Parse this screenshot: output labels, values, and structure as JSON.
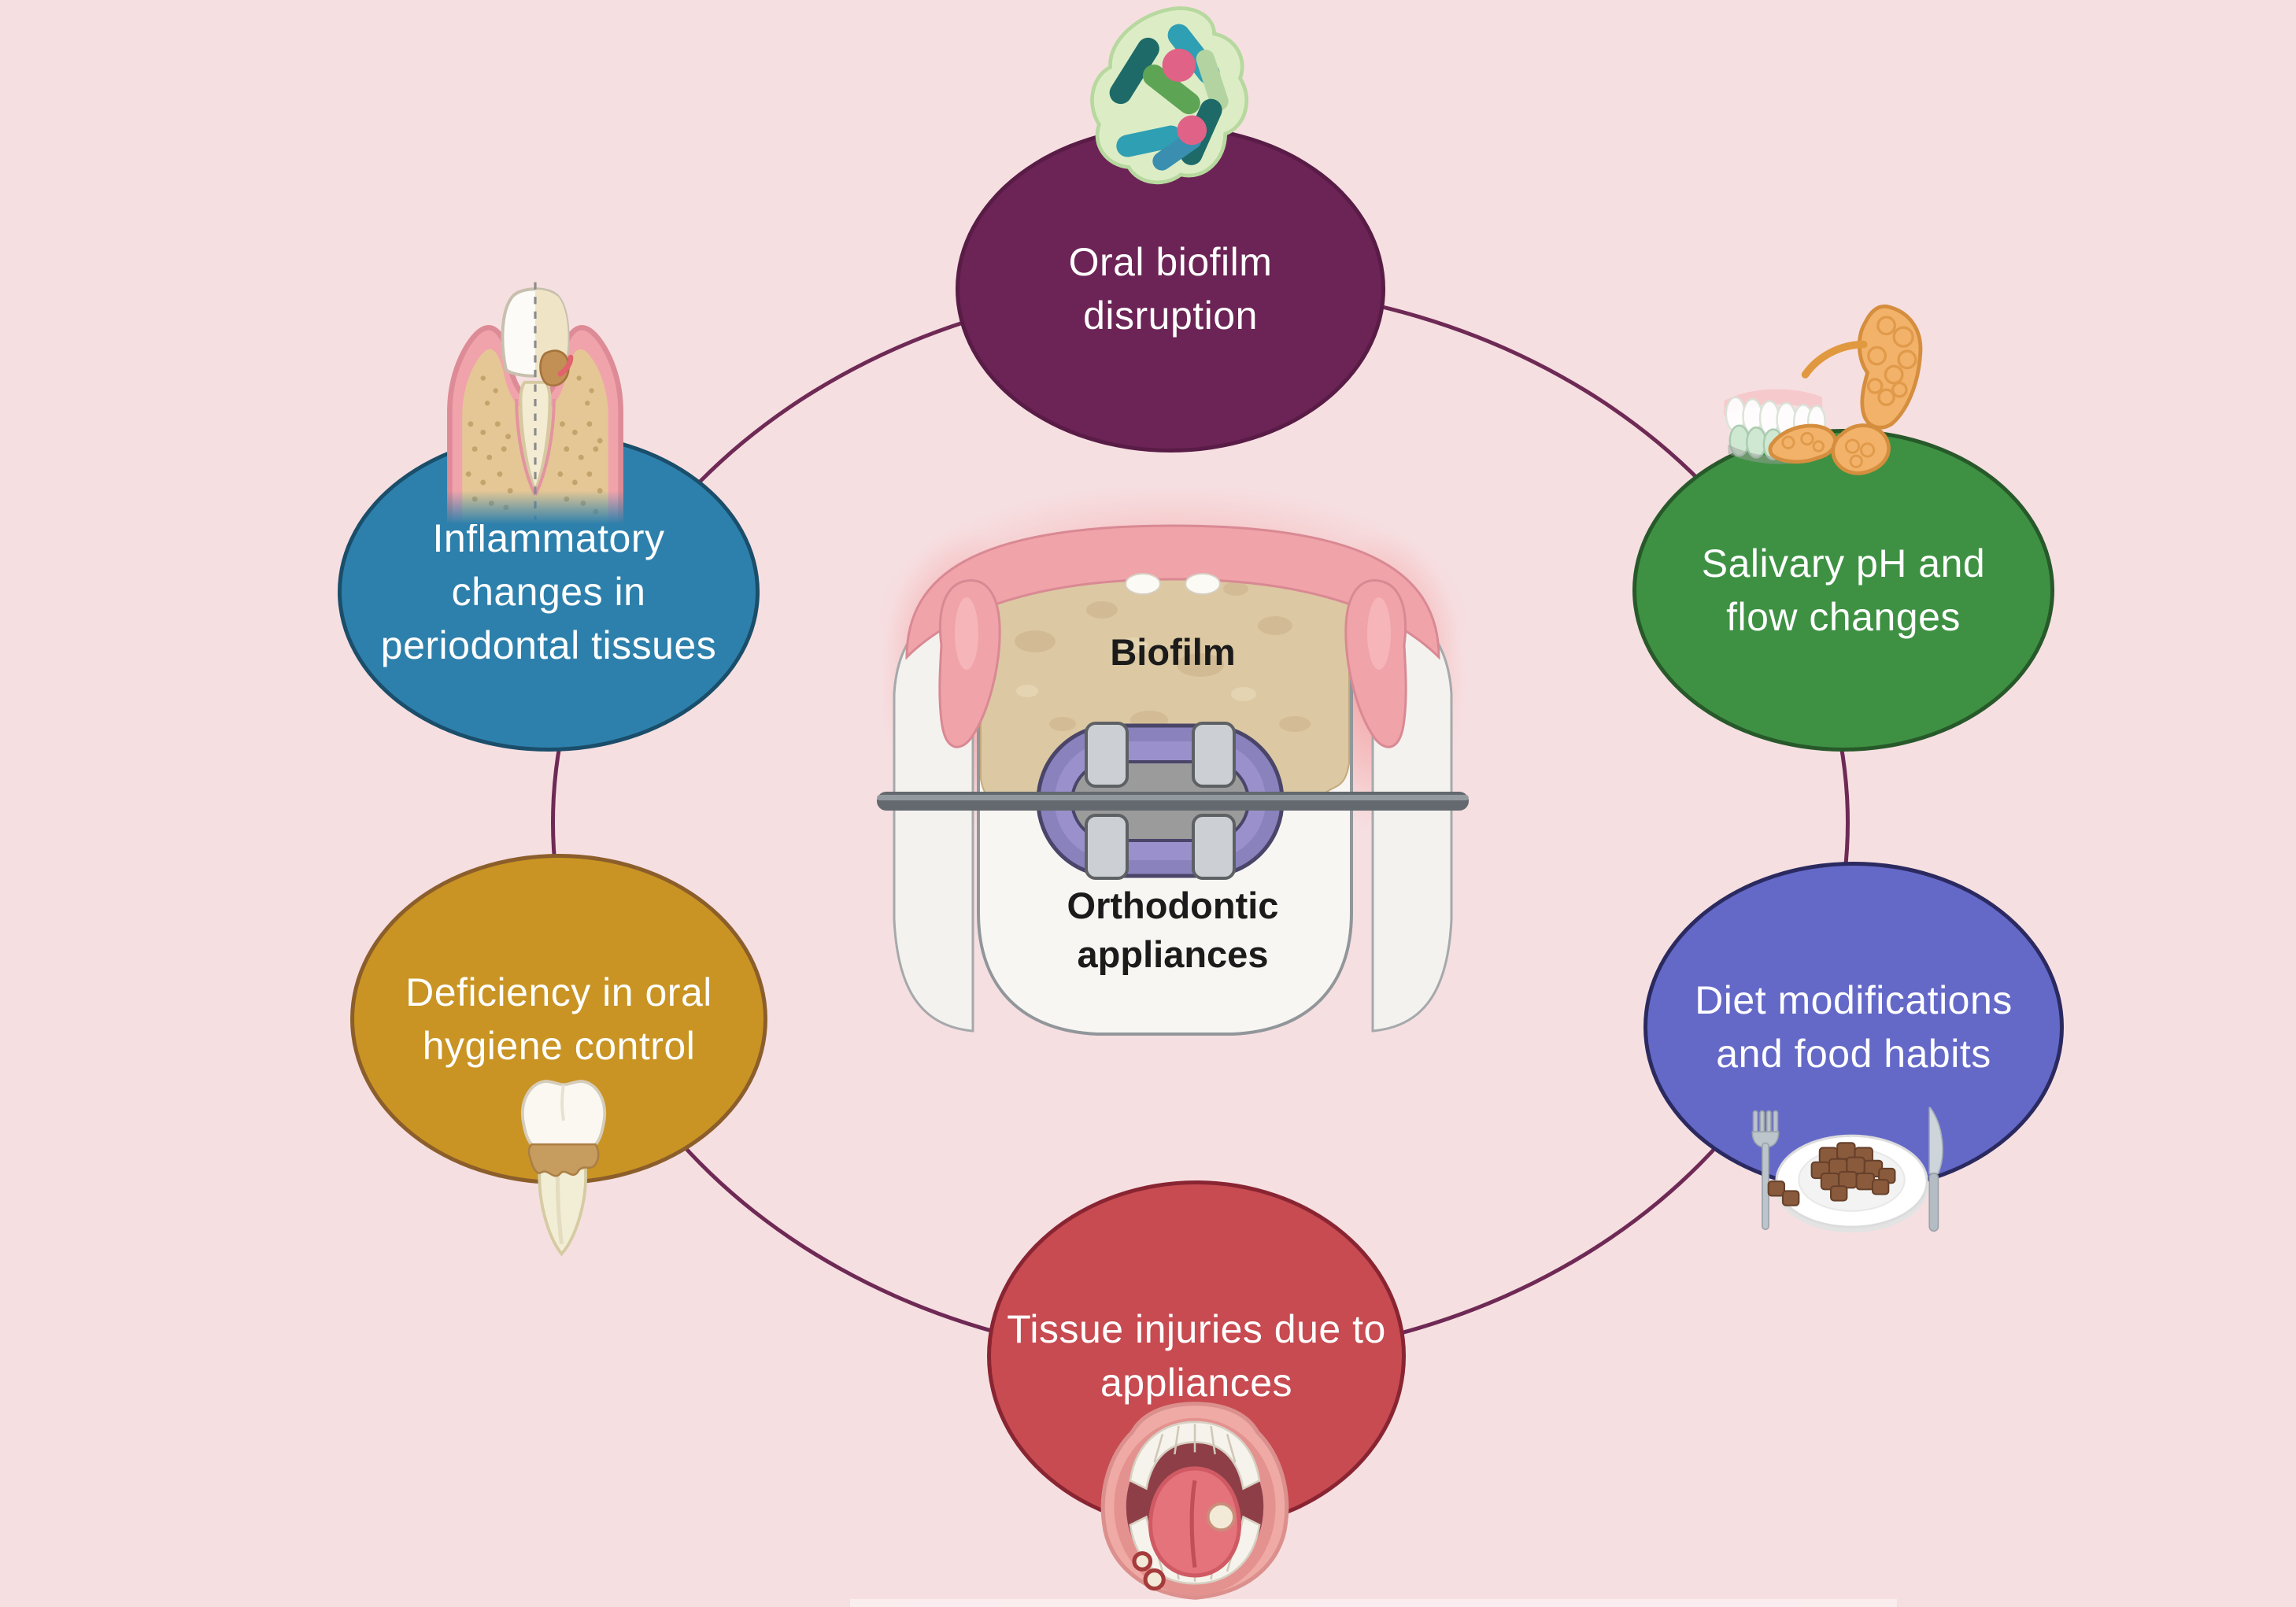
{
  "figure": {
    "background": "#f6dfe1",
    "ring_color": "#6e2a55",
    "type": "circular cause-effect diagram"
  },
  "center": {
    "top_label": "Biofilm",
    "bottom_label": "Orthodontic appliances",
    "icon": "tooth-with-braces-illustration"
  },
  "nodes": [
    {
      "id": "oral-biofilm-disruption",
      "label": "Oral biofilm disruption",
      "fill": "#6c2355",
      "border": "#581c46",
      "text_color": "#ffffff",
      "icon": "bacteria-cluster-icon"
    },
    {
      "id": "salivary-ph-and-flow-changes",
      "label": "Salivary pH and flow changes",
      "fill": "#3e9143",
      "border": "#27592a",
      "text_color": "#ffffff",
      "icon": "salivary-glands-icon"
    },
    {
      "id": "diet-modifications-and-food-habits",
      "label": "Diet modifications and food habits",
      "fill": "#6469c8",
      "border": "#2b2a60",
      "text_color": "#ffffff",
      "icon": "food-plate-icon"
    },
    {
      "id": "tissue-injuries-due-to-appliances",
      "label": "Tissue injuries due to appliances",
      "fill": "#c74b51",
      "border": "#892532",
      "text_color": "#ffffff",
      "icon": "mouth-ulcers-icon"
    },
    {
      "id": "deficiency-in-oral-hygiene-control",
      "label": "Deficiency in oral hygiene control",
      "fill": "#c99423",
      "border": "#8b5e2b",
      "text_color": "#ffffff",
      "icon": "decayed-tooth-icon"
    },
    {
      "id": "inflammatory-changes-in-periodontal-tissues",
      "label": "Inflammatory changes in periodontal tissues",
      "fill": "#2e80ac",
      "border": "#1a4e6a",
      "text_color": "#ffffff",
      "icon": "periodontal-cross-section-icon"
    }
  ]
}
